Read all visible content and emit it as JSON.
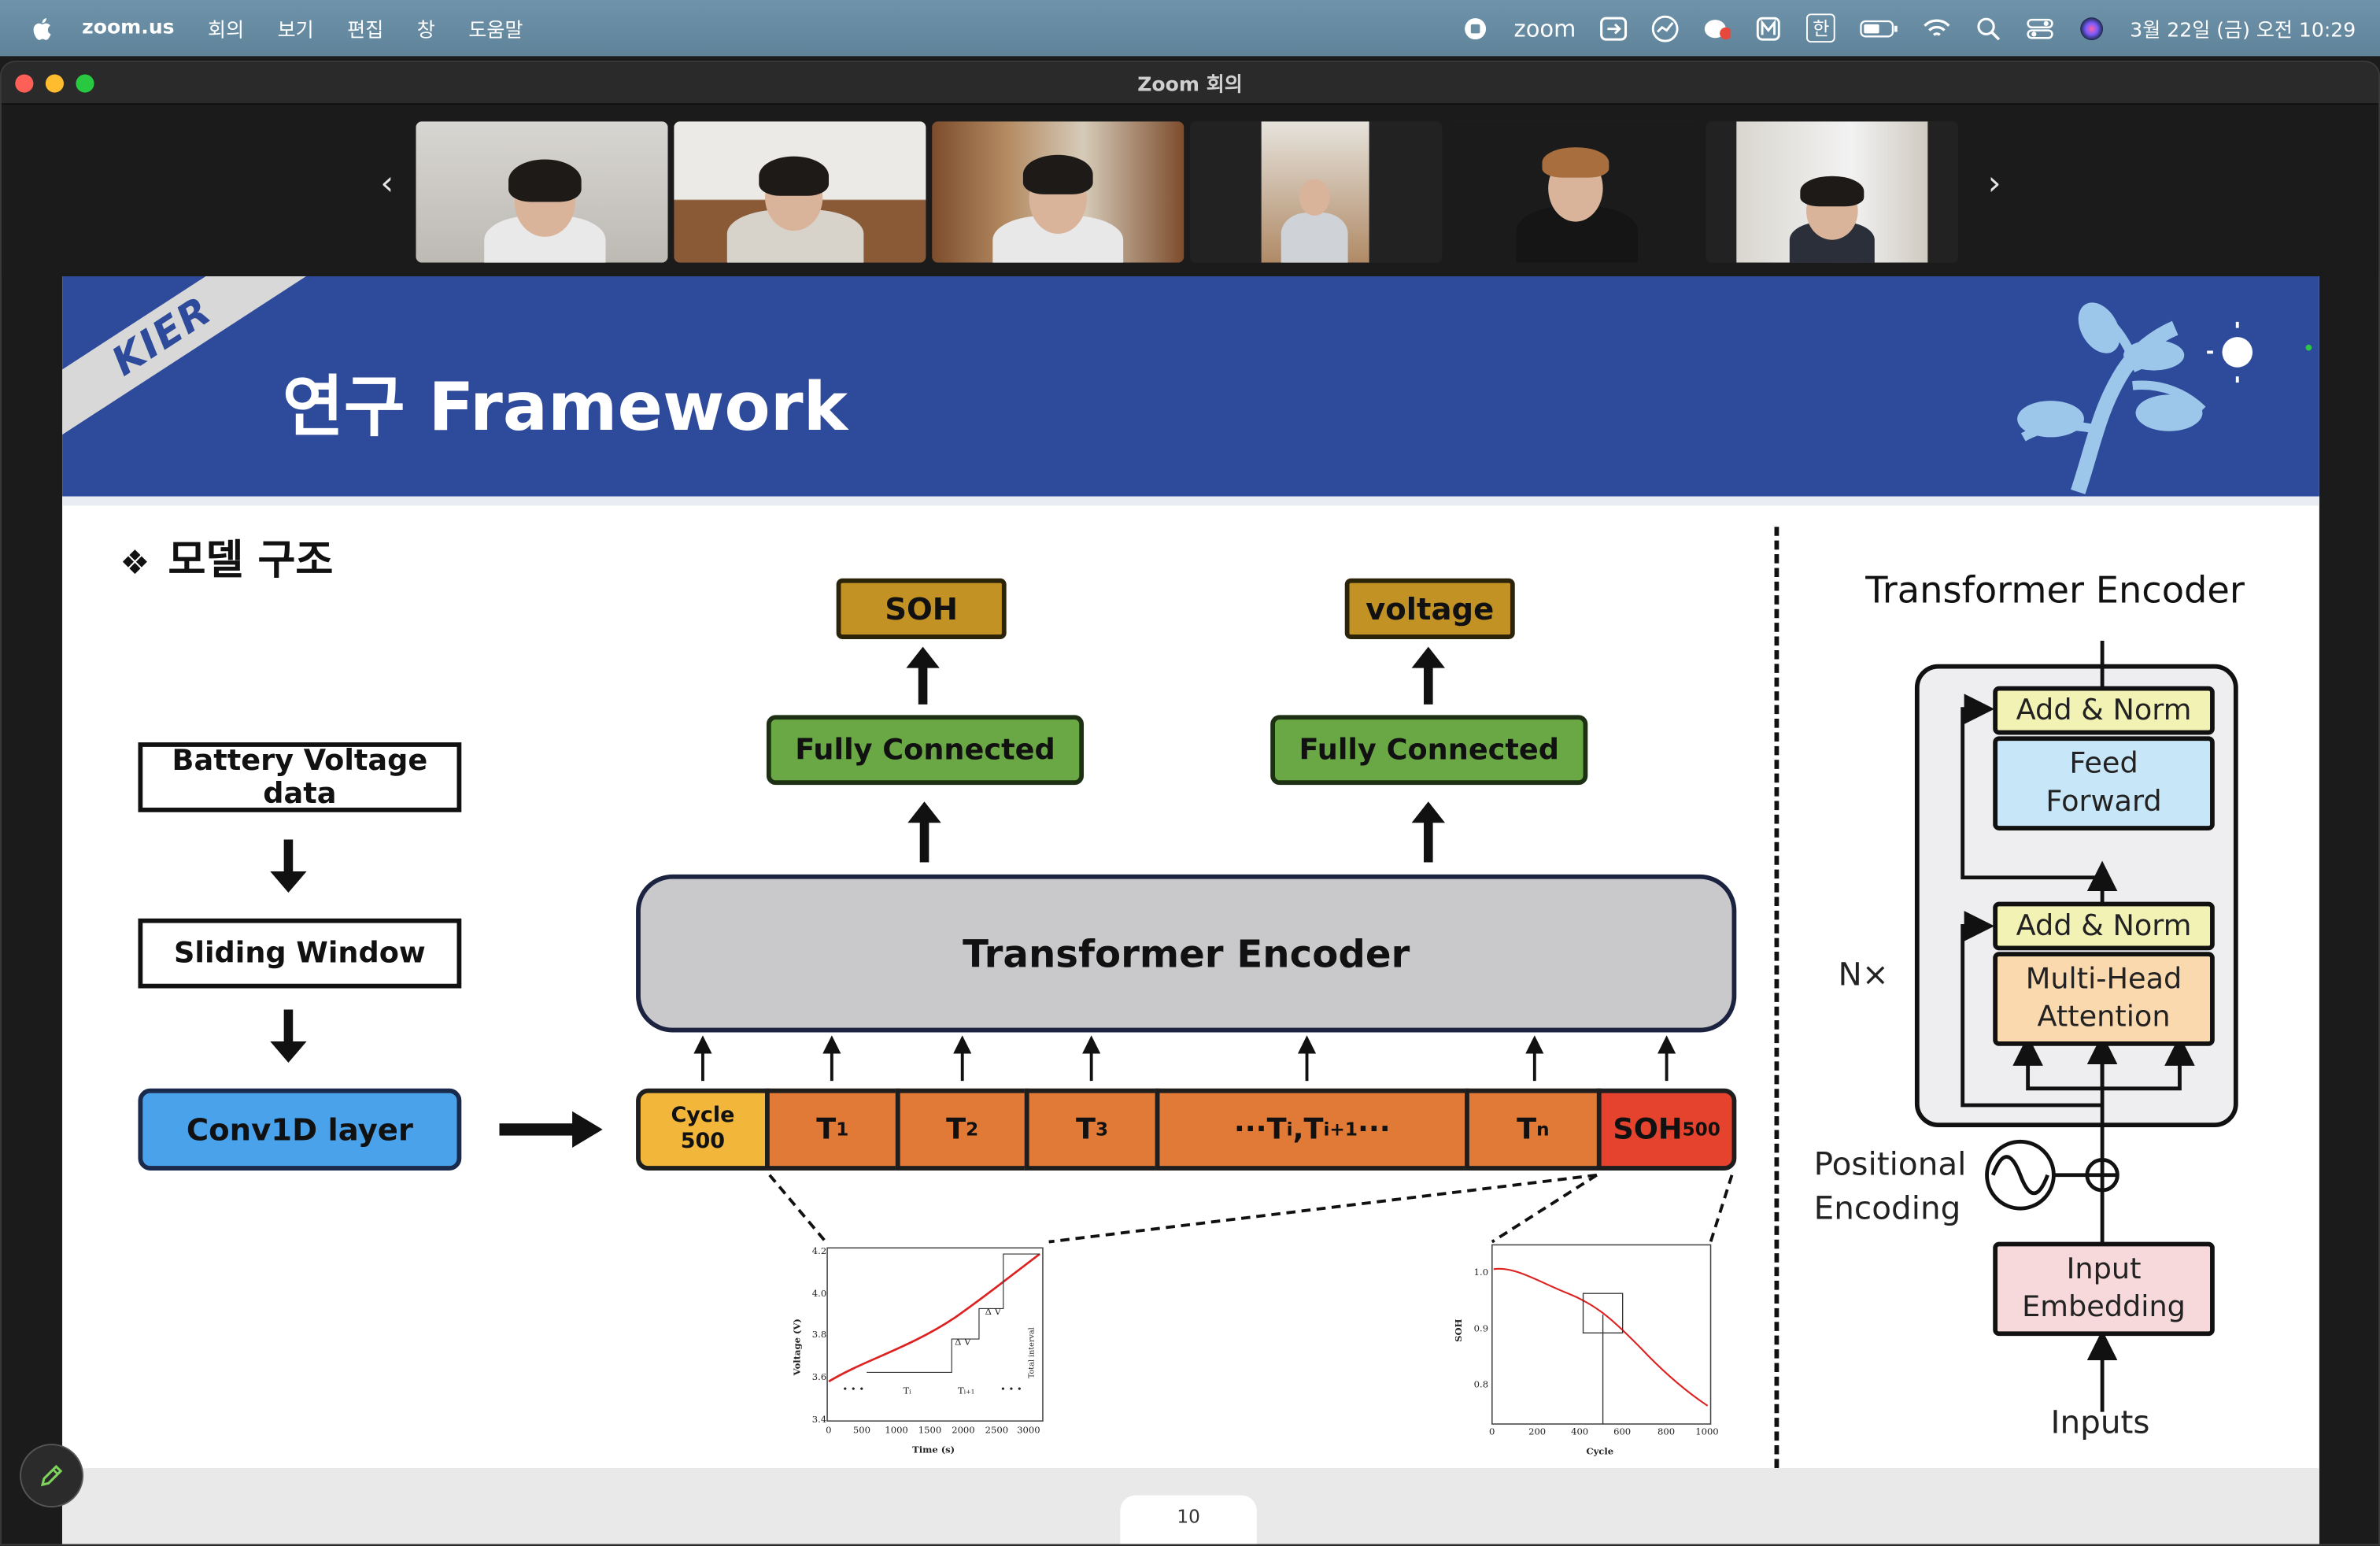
{
  "menubar": {
    "app_name": "zoom.us",
    "items": [
      "회의",
      "보기",
      "편집",
      "창",
      "도움말"
    ],
    "zoom_label": "zoom",
    "input_label": "한",
    "datetime": "3월 22일 (금) 오전 10:29"
  },
  "window": {
    "title": "Zoom 회의"
  },
  "gallery": {
    "prev_symbol": "‹",
    "next_symbol": "›",
    "participant_count": 6
  },
  "slide": {
    "logo_text": "KIER",
    "title": "연구 Framework",
    "section_bullet": "❖",
    "section_title": "모델 구조",
    "page_number": "10",
    "pipeline": {
      "battery": "Battery Voltage data",
      "window": "Sliding Window",
      "conv": "Conv1D layer"
    },
    "outputs": {
      "soh": "SOH",
      "voltage": "voltage",
      "fc_left": "Fully Connected",
      "fc_right": "Fully Connected",
      "encoder": "Transformer Encoder"
    },
    "tokens": {
      "cycle_line1": "Cycle",
      "cycle_line2": "500",
      "t": "T",
      "sub1": "1",
      "sub2": "2",
      "sub3": "3",
      "dots_pre": "···T",
      "sub_i": "i",
      "comma": ",T",
      "sub_i1": "i+1",
      "dots_post": "···",
      "sub_n": "n",
      "soh": "SOH",
      "sub_500": "500"
    },
    "left_plot": {
      "ylabel": "Voltage (V)",
      "xlabel": "Time (s)",
      "yticks": [
        "4.2",
        "4.0",
        "3.8",
        "3.6",
        "3.4"
      ],
      "xticks": [
        "0",
        "500",
        "1000",
        "1500",
        "2000",
        "2500",
        "3000"
      ],
      "delta_v": "Δ V",
      "total_interval": "Total interval",
      "ti": "T",
      "ti_sub": "i",
      "ti1_sub": "i+1",
      "dots": "• • •"
    },
    "right_plot": {
      "ylabel": "SOH",
      "xlabel": "Cycle",
      "yticks": [
        "1.0",
        "0.9",
        "0.8"
      ],
      "xticks": [
        "0",
        "200",
        "400",
        "600",
        "800",
        "1000"
      ]
    },
    "encoder_diagram": {
      "title": "Transformer Encoder",
      "add_norm_top": "Add & Norm",
      "feed_forward_1": "Feed",
      "feed_forward_2": "Forward",
      "add_norm_bottom": "Add & Norm",
      "mha_1": "Multi-Head",
      "mha_2": "Attention",
      "nx": "N×",
      "pos_1": "Positional",
      "pos_2": "Encoding",
      "input_emb_1": "Input",
      "input_emb_2": "Embedding",
      "inputs": "Inputs"
    }
  },
  "colors": {
    "banner": "#2d4a9b",
    "conv_blue": "#4aa2ea",
    "fc_green": "#6aa845",
    "output_gold": "#c39225",
    "token_orange": "#e27a37",
    "cycle_yellow": "#f2b63a",
    "soh_red": "#e5432e",
    "add_norm": "#f3f2b5",
    "feed_forward": "#c7e6f8",
    "mha": "#fbd9af",
    "input_embedding": "#f7d8db"
  }
}
